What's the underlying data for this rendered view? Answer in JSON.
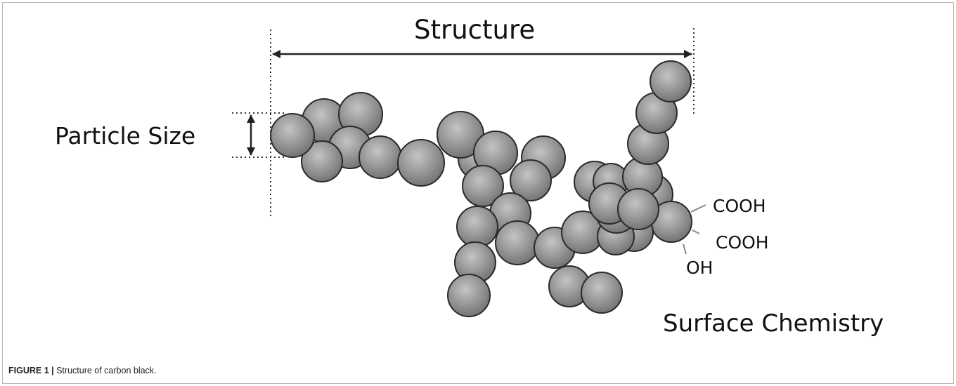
{
  "figure": {
    "labels": {
      "structure": "Structure",
      "particle_size": "Particle Size",
      "surface_chemistry": "Surface Chemistry"
    },
    "functional_groups": [
      "COOH",
      "COOH",
      "OH"
    ],
    "caption": {
      "label": "FIGURE 1 |",
      "text": " Structure of carbon black."
    }
  },
  "colors": {
    "particle_fill": "#8a8a8a",
    "particle_highlight": "#c4c4c4",
    "particle_outline": "#2a2a2a",
    "line": "#222222",
    "frame": "#b9b9b9"
  }
}
